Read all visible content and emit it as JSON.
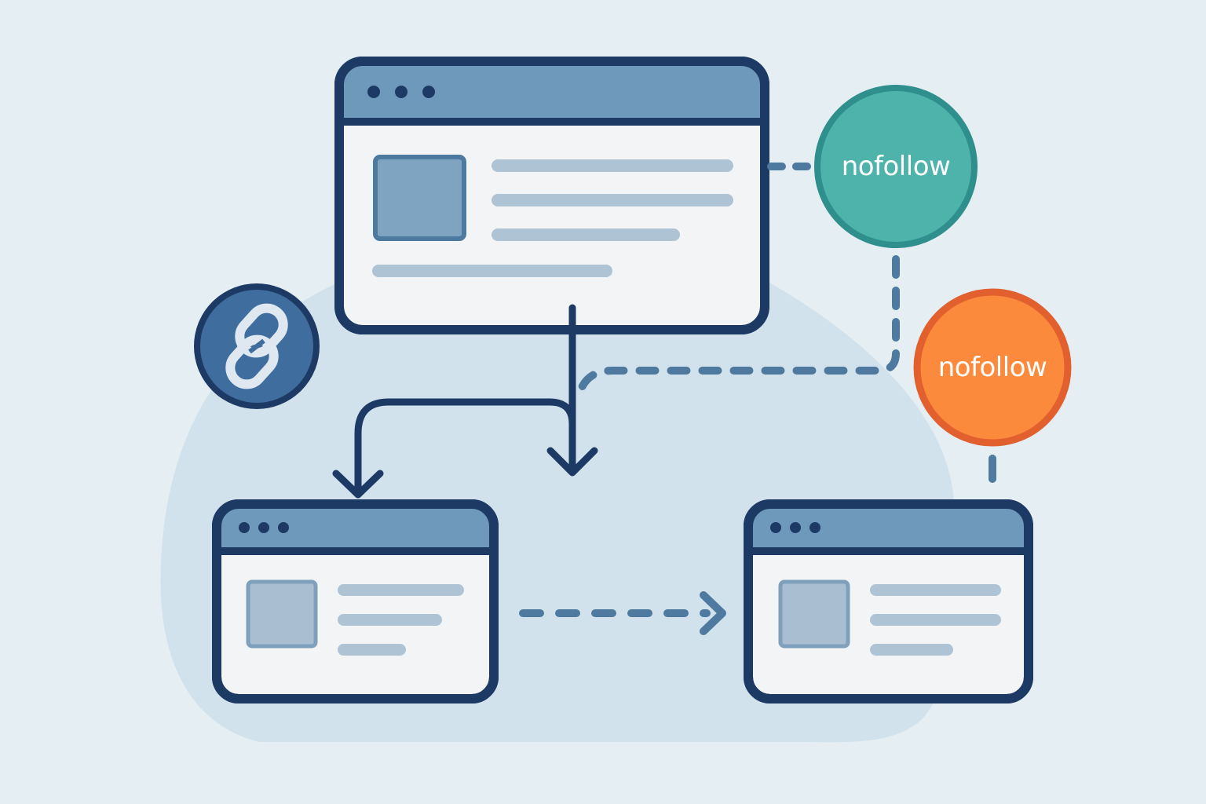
{
  "colors": {
    "background": "#e4eef3",
    "backdrop_blob": "#d2e2ec",
    "outline_navy": "#1c3a64",
    "title_bar": "#6f99bb",
    "window_body": "#f3f4f6",
    "placeholder_square": "#6f99bb",
    "text_line": "#aec4d5",
    "dashed_connector": "#4e7aa0",
    "nofollow_teal": "#4db3ab",
    "nofollow_teal_border": "#2e8f8c",
    "nofollow_orange": "#fb8a3c",
    "nofollow_orange_border": "#e2602e",
    "link_badge": "#3f6d9e",
    "link_icon": "#dfe8f0"
  },
  "badges": {
    "nofollow_top": {
      "label": "nofollow"
    },
    "nofollow_right": {
      "label": "nofollow"
    },
    "link": {
      "icon": "chain-link-icon"
    }
  },
  "windows": {
    "top": {
      "title_dots": 3,
      "text_lines": 4
    },
    "bottom_left": {
      "title_dots": 3,
      "text_lines": 3
    },
    "bottom_right": {
      "title_dots": 3,
      "text_lines": 3
    }
  },
  "connectors": {
    "solid_down_arrow": "followed-link",
    "solid_left_branch_arrow": "followed-link",
    "dashed_horizontal_arrow": "nofollow-link",
    "dashed_badge_links": "nofollow-annotation"
  }
}
